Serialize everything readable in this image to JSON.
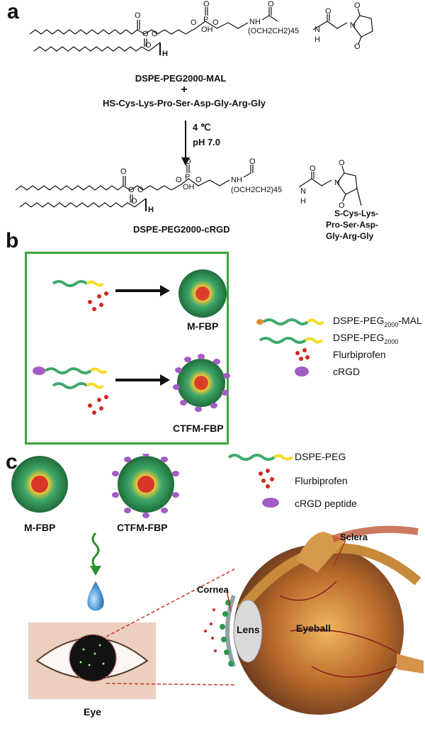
{
  "panels": {
    "a": "a",
    "b": "b",
    "c": "c"
  },
  "panel_a": {
    "reactant_name": "DSPE-PEG2000-MAL",
    "plus": "+",
    "peptide": "HS-Cys-Lys-Pro-Ser-Asp-Gly-Arg-Gly",
    "condition_temp": "4 ℃",
    "condition_ph": "pH 7.0",
    "product_name": "DSPE-PEG2000-cRGD",
    "peptide_chain_line1": "S-Cys-Lys-",
    "peptide_chain_line2": "Pro-Ser-Asp-",
    "peptide_chain_line3": "Gly-Arg-Gly",
    "chem": {
      "o": "O",
      "p": "P",
      "oh": "OH",
      "nh": "NH",
      "n": "N",
      "h": "H",
      "peg": "(OCH2CH2)45"
    }
  },
  "panel_b": {
    "micelle1": "M-FBP",
    "micelle2": "CTFM-FBP",
    "legend": [
      {
        "base": "DSPE-PEG",
        "sub": "2000",
        "suffix": "-MAL"
      },
      {
        "base": "DSPE-PEG",
        "sub": "2000",
        "suffix": ""
      },
      {
        "base": "Flurbiprofen",
        "sub": "",
        "suffix": ""
      },
      {
        "base": "cRGD",
        "sub": "",
        "suffix": ""
      }
    ]
  },
  "panel_c": {
    "micelle1": "M-FBP",
    "micelle2": "CTFM-FBP",
    "legend": [
      "DSPE-PEG",
      "Flurbiprofen",
      "cRGD peptide"
    ],
    "eye_label": "Eye",
    "cornea": "Cornea",
    "sclera": "Sclera",
    "lens": "Lens",
    "eyeball": "Eyeball"
  },
  "colors": {
    "box_border": "#3aa53a",
    "peg_green": "#3fa86a",
    "lipid_yellow": "#f2dd2a",
    "drug_red": "#cc2a20",
    "crgd_purple": "#a35cc6",
    "mal_orange": "#e58a2b",
    "arrow_green": "#2f8f2f"
  }
}
